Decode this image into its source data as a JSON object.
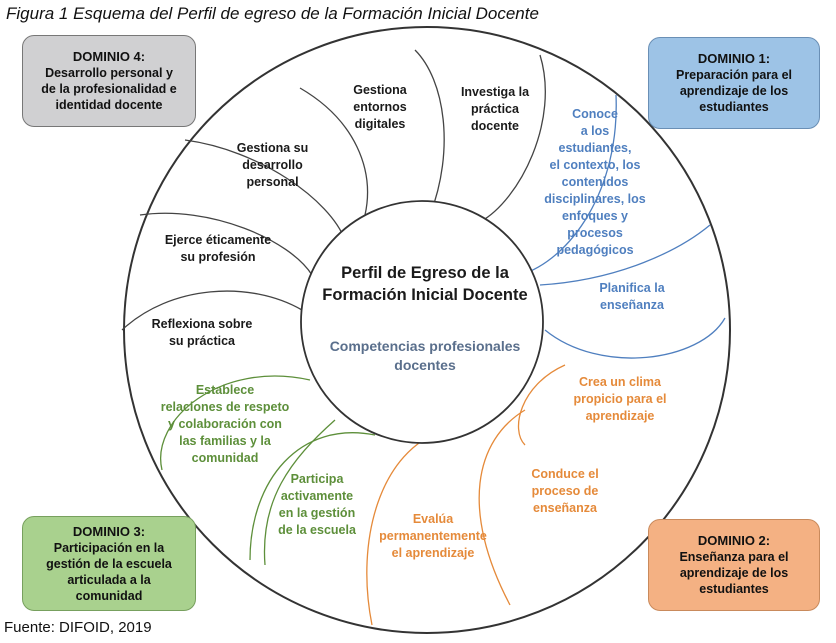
{
  "caption": "Figura 1 Esquema del Perfil de egreso de la Formación Inicial Docente",
  "source": "Fuente: DIFOID, 2019",
  "center": {
    "title_line1": "Perfil de Egreso de la",
    "title_line2": "Formación Inicial Docente",
    "subtitle_line1": "Competencias profesionales",
    "subtitle_line2": "docentes"
  },
  "domains": {
    "d1": {
      "title": "DOMINIO 1:",
      "lines": [
        "Preparación para el",
        "aprendizaje de los",
        "estudiantes"
      ],
      "color": "#9dc3e6"
    },
    "d2": {
      "title": "DOMINIO 2:",
      "lines": [
        "Enseñanza para el",
        "aprendizaje de los",
        "estudiantes"
      ],
      "color": "#f4b183"
    },
    "d3": {
      "title": "DOMINIO 3:",
      "lines": [
        "Participación en la",
        "gestión de la escuela",
        "articulada a la",
        "comunidad"
      ],
      "color": "#a9d18e"
    },
    "d4": {
      "title": "DOMINIO 4:",
      "lines": [
        "Desarrollo personal y",
        "de la profesionalidad e",
        "identidad docente"
      ],
      "color": "#d0d0d2"
    }
  },
  "competencies": {
    "c_conoce": [
      "Conoce",
      "a los",
      "estudiantes,",
      "el contexto, los",
      "contenidos",
      "disciplinares, los",
      "enfoques y",
      "procesos",
      "pedagógicos"
    ],
    "c_planifica": [
      "Planifica la",
      "enseñanza"
    ],
    "c_clima": [
      "Crea un clima",
      "propicio para el",
      "aprendizaje"
    ],
    "c_conduce": [
      "Conduce el",
      "proceso de",
      "enseñanza"
    ],
    "c_evalua": [
      "Evalúa",
      "permanentemente",
      "el aprendizaje"
    ],
    "c_participa": [
      "Participa",
      "activamente",
      "en la gestión",
      "de la escuela"
    ],
    "c_relaciones": [
      "Establece",
      "relaciones de respeto",
      "y colaboración con",
      "las familias y la",
      "comunidad"
    ],
    "c_reflexiona": [
      "Reflexiona sobre",
      "su práctica"
    ],
    "c_eticamente": [
      "Ejerce éticamente",
      "su profesión"
    ],
    "c_desarrollo": [
      "Gestiona su",
      "desarrollo",
      "personal"
    ],
    "c_digitales": [
      "Gestiona",
      "entornos",
      "digitales"
    ],
    "c_investiga": [
      "Investiga la",
      "práctica",
      "docente"
    ]
  },
  "colors": {
    "blue": "#4f7fbf",
    "orange": "#e58a3a",
    "green": "#5d8f3a",
    "black": "#1a1a1a"
  }
}
